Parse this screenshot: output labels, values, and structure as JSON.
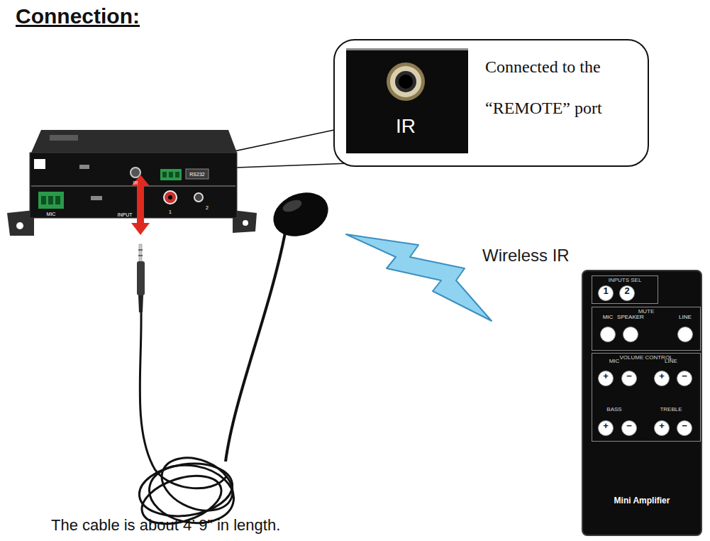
{
  "diagram": {
    "title": "Connection:",
    "nodes": [
      {
        "text": [
          "Connected to the “REMOTE” port"
        ]
      },
      {
        "text": [
          "Mini Amplifier"
        ]
      },
      {
        "text": [
          "INPUTS SEL"
        ],
        "in": 1
      },
      {
        "text": [
          "1"
        ],
        "in": 2
      },
      {
        "text": [
          "2"
        ],
        "in": 2
      },
      {
        "text": [
          "MUTE"
        ],
        "in": 1
      },
      {
        "text": [
          "MIC"
        ],
        "in": 5
      },
      {
        "text": [
          "SPEAKER"
        ],
        "in": 5
      },
      {
        "text": [
          "LINE"
        ],
        "in": 5
      },
      {
        "text": [
          "VOLUME CONTROL"
        ],
        "in": 1
      },
      {
        "text": [
          "+"
        ],
        "in": 9
      },
      {
        "text": [
          "−"
        ],
        "in": 9
      },
      {
        "text": [
          "+"
        ],
        "in": 9
      },
      {
        "text": [
          "−"
        ],
        "in": 9
      },
      {
        "text": [
          "+"
        ],
        "in": 9
      },
      {
        "text": [
          "−"
        ],
        "in": 9
      },
      {
        "text": [
          "+"
        ],
        "in": 9
      },
      {
        "text": [
          "−"
        ],
        "in": 9
      }
    ],
    "labels": [
      "IR",
      "Wireless IR",
      "MIC",
      "LINE",
      "BASS",
      "TREBLE",
      "The cable is about 4’ 9” in length.",
      "IR",
      "RS232",
      "MIC",
      "INPUT",
      "1",
      "2"
    ]
  }
}
